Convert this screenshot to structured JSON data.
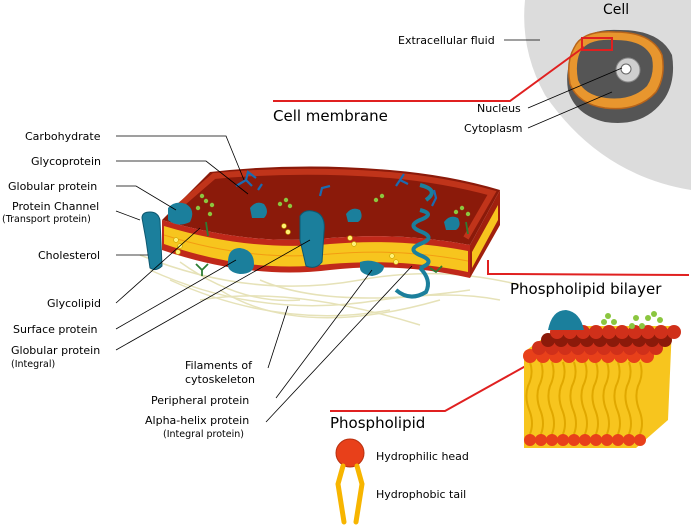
{
  "labels": {
    "cell": "Cell",
    "extracellular_fluid": "Extracellular fluid",
    "cell_membrane": "Cell membrane",
    "nucleus": "Nucleus",
    "cytoplasm": "Cytoplasm",
    "carbohydrate": "Carbohydrate",
    "glycoprotein": "Glycoprotein",
    "globular_protein_top": "Globular protein",
    "protein_channel": "Protein Channel",
    "transport_protein": "(Transport protein)",
    "cholesterol": "Cholesterol",
    "glycolipid": "Glycolipid",
    "surface_protein": "Surface protein",
    "globular_protein_bottom": "Globular protein",
    "integral": "(Integral)",
    "filaments_1": "Filaments of",
    "filaments_2": "cytoskeleton",
    "peripheral_protein": "Peripheral protein",
    "alpha_helix": "Alpha-helix protein",
    "integral_protein": "(Integral protein)",
    "phospholipid_bilayer": "Phospholipid bilayer",
    "phospholipid": "Phospholipid",
    "hydrophilic_head": "Hydrophilic head",
    "hydrophobic_tail": "Hydrophobic tail"
  },
  "colors": {
    "head_red": "#e8401a",
    "dark_red": "#8b1a0a",
    "tail_yellow": "#f7c51e",
    "protein_teal": "#1b7f9c",
    "green": "#8bc63f",
    "leader_red": "#e02020",
    "cell_gray": "#dcdcdc"
  }
}
